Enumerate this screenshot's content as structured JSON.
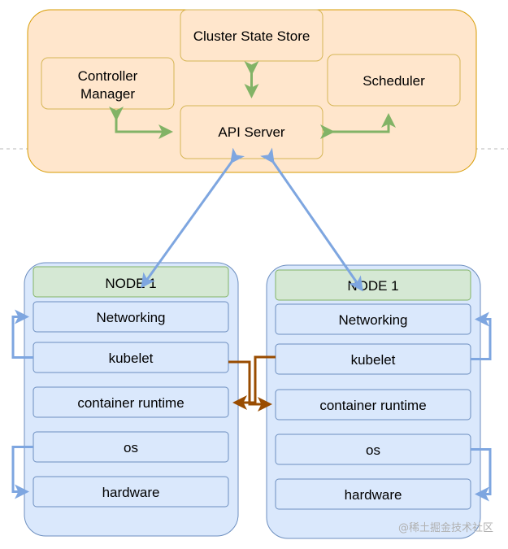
{
  "control_plane": {
    "cluster_state_store": "Cluster State Store",
    "controller_manager_line1": "Controller",
    "controller_manager_line2": "Manager",
    "scheduler": "Scheduler",
    "api_server": "API Server"
  },
  "node_left": {
    "title": "NODE 1",
    "layers": [
      "Networking",
      "kubelet",
      "container runtime",
      "os",
      "hardware"
    ]
  },
  "node_right": {
    "title": "NODE 1",
    "layers": [
      "Networking",
      "kubelet",
      "container runtime",
      "os",
      "hardware"
    ]
  },
  "watermark": "@稀土掘金技术社区",
  "colors": {
    "control_plane_fill": "#ffe6cc",
    "control_plane_stroke": "#d79b00",
    "box_fill": "#ffe6cc",
    "box_stroke": "#d6b656",
    "node_fill": "#dae8fc",
    "node_stroke": "#6c8ebf",
    "node_title_fill": "#d5e8d4",
    "node_title_stroke": "#82b366",
    "green_arrow": "#82b366",
    "blue_arrow": "#7ea6e0",
    "brown_arrow": "#994c00"
  }
}
